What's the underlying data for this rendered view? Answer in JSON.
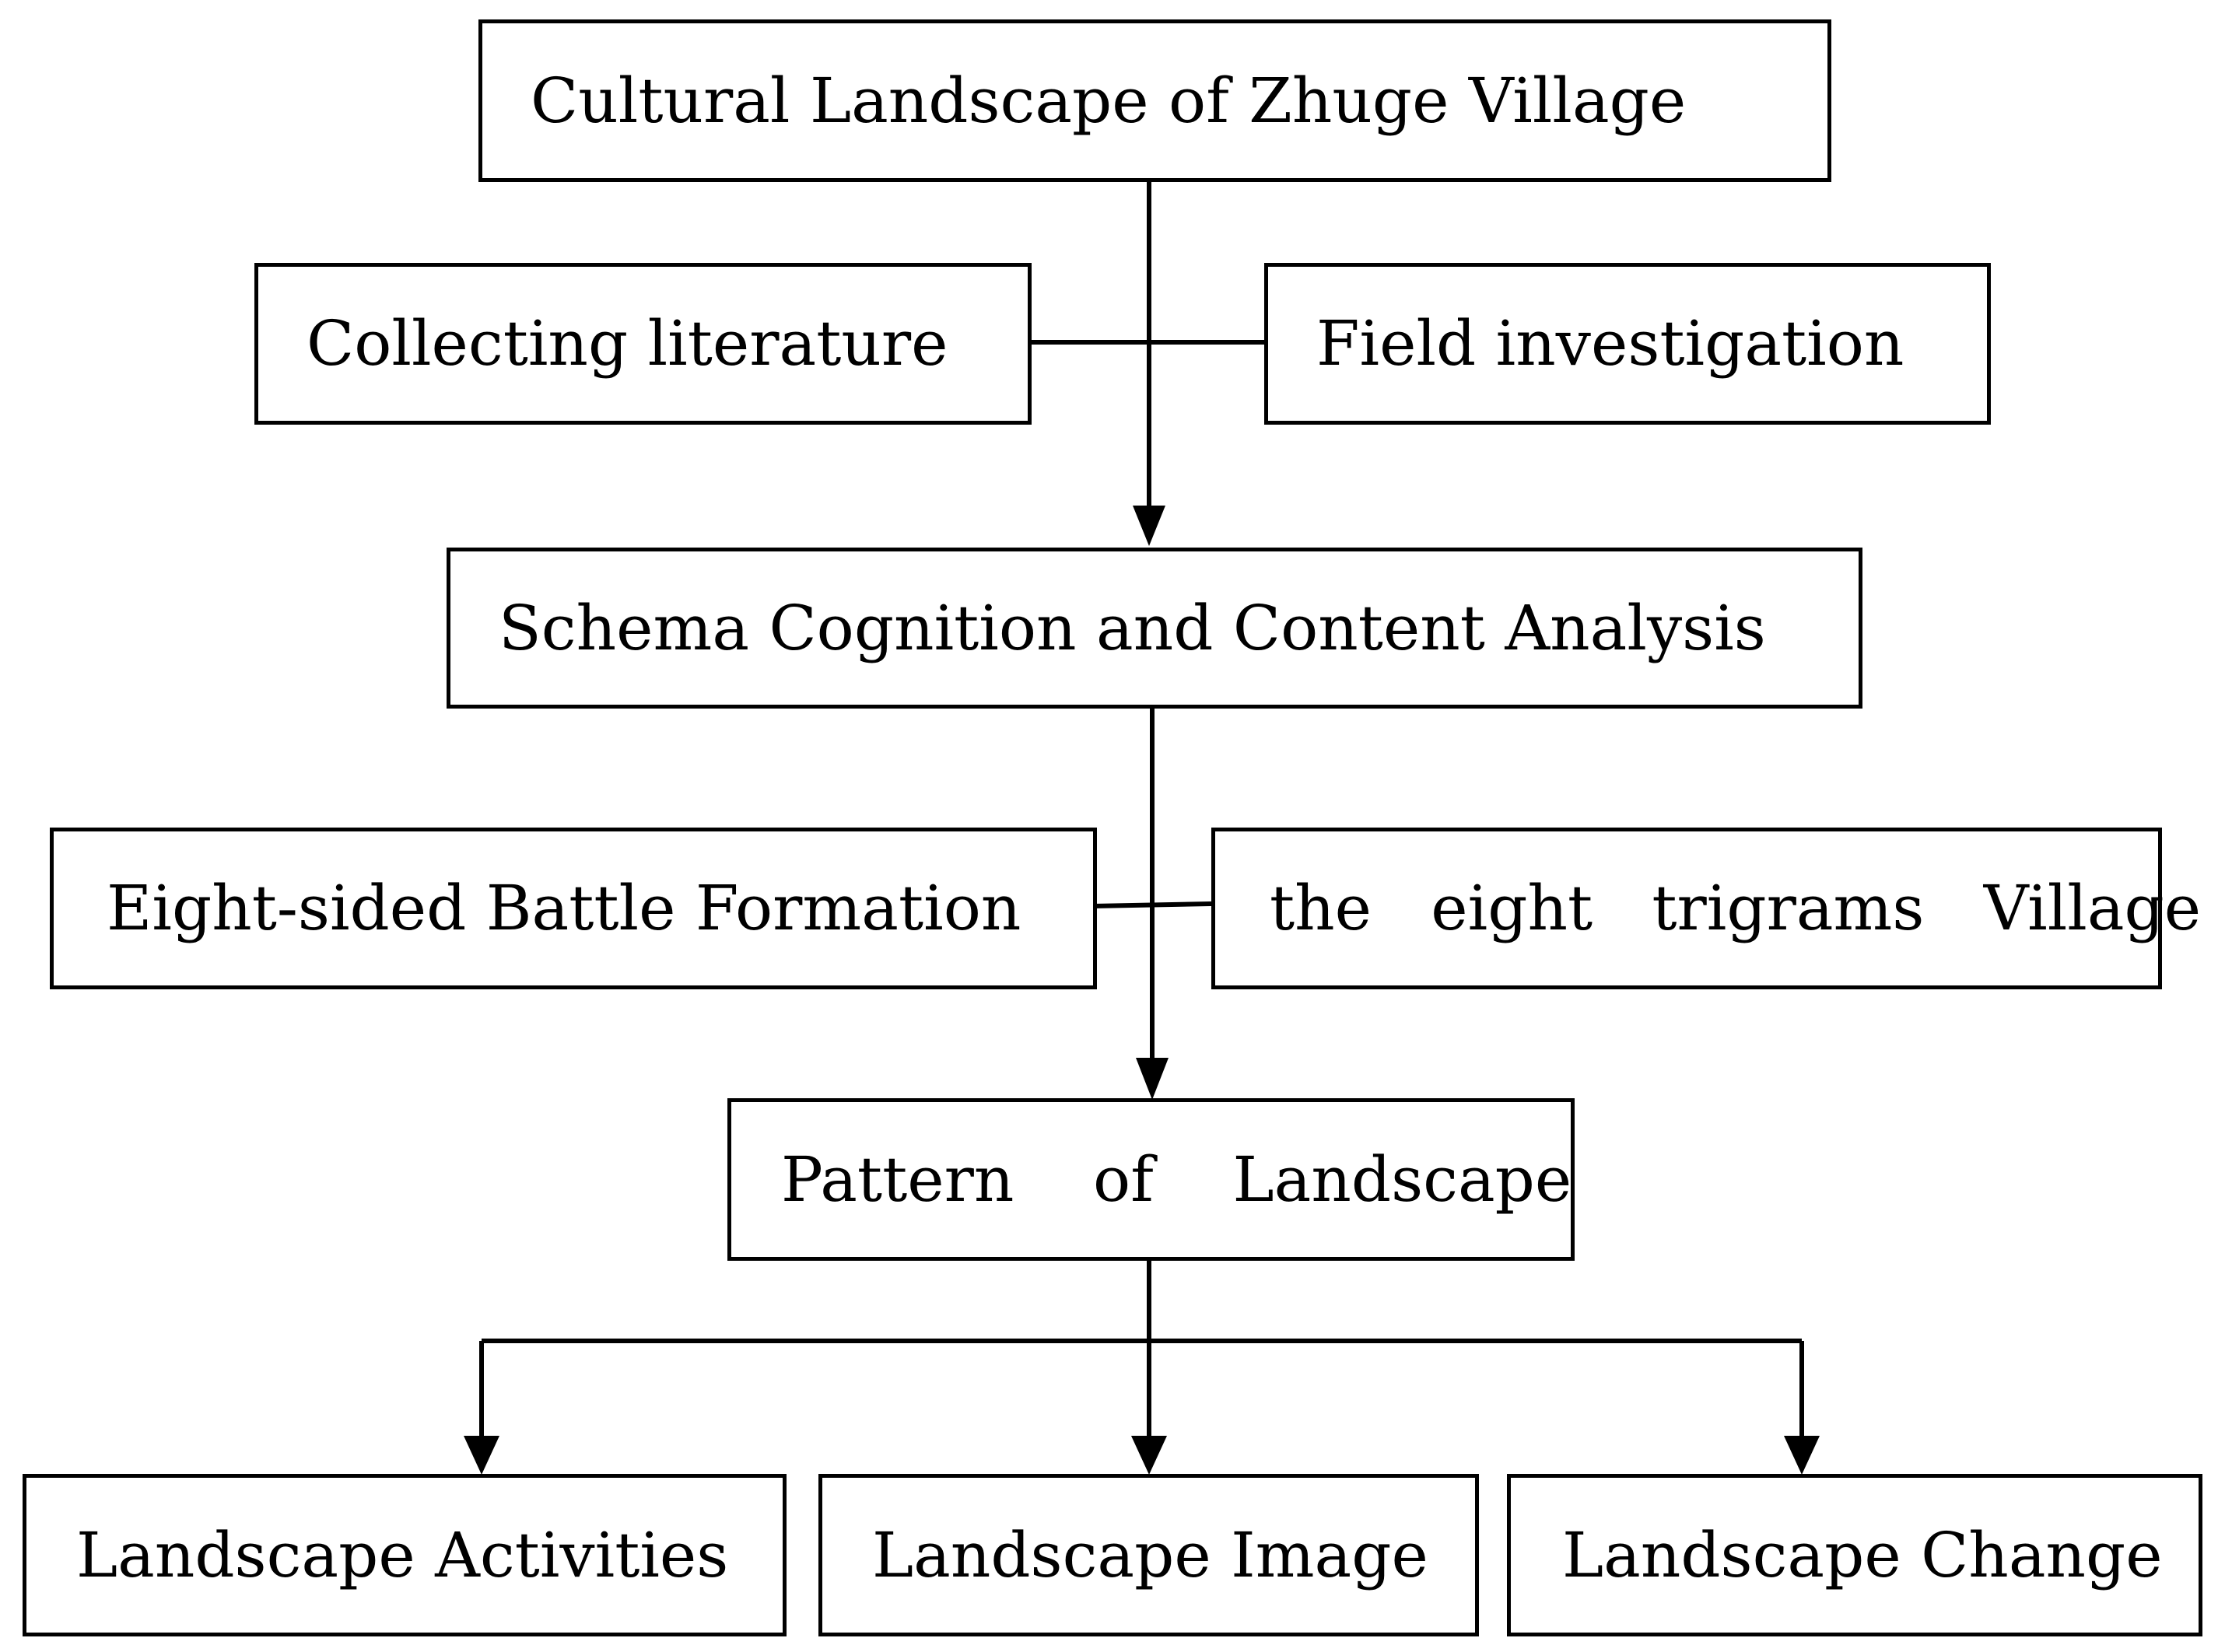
{
  "diagram": {
    "top": "Cultural Landscape of Zhuge Village",
    "methods": {
      "left": "Collecting literature",
      "right": "Field investigation"
    },
    "analysis": "Schema Cognition and Content Analysis",
    "schemas": {
      "left": "Eight-sided Battle Formation",
      "right": "the   eight   trigrams   Village"
    },
    "pattern": "Pattern    of    Landscape",
    "outcomes": {
      "activities": "Landscape Activities",
      "image": "Landscape Image",
      "change": "Landscape Change"
    }
  }
}
